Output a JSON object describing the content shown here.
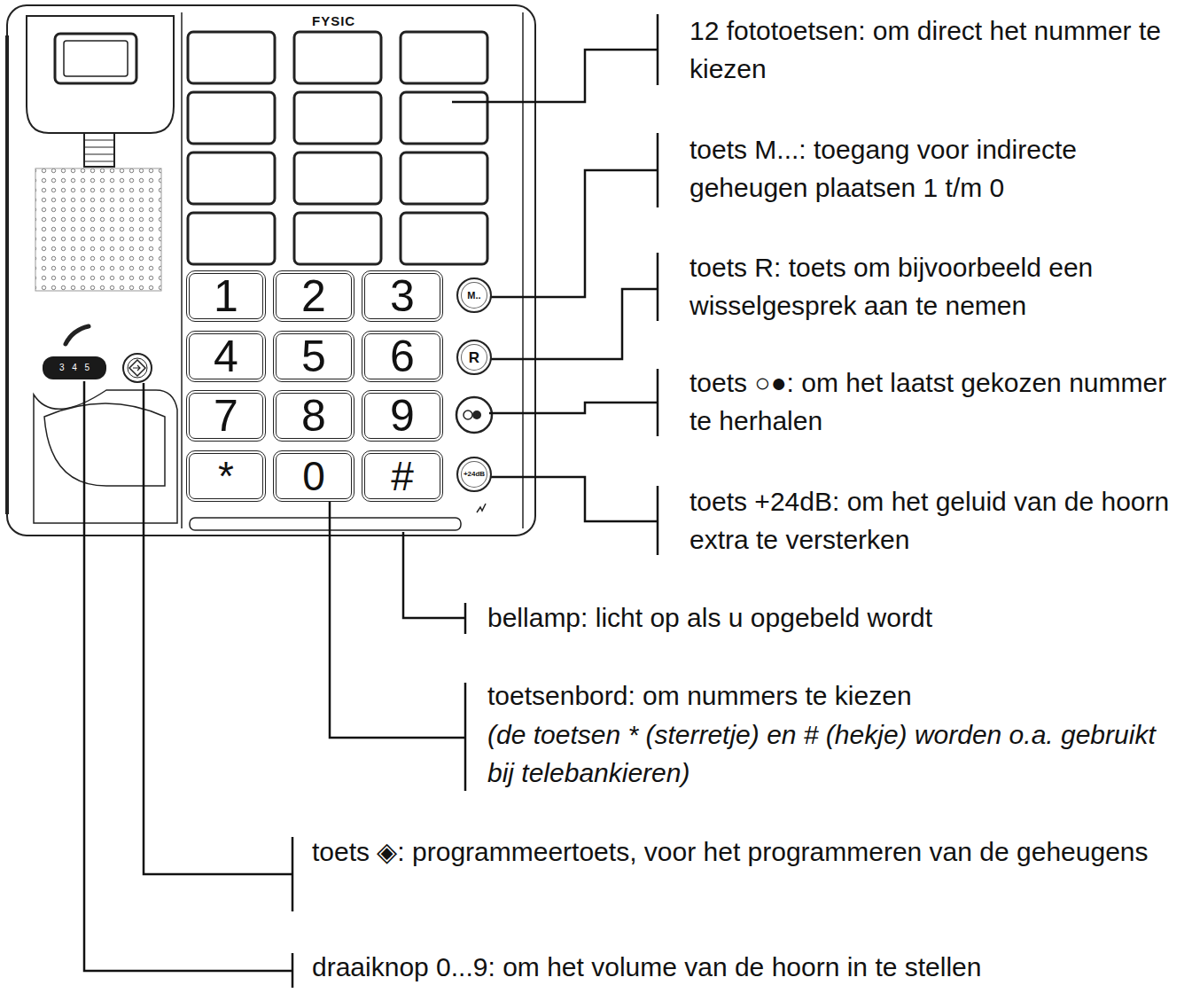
{
  "diagram": {
    "nodes": [
      {
        "text": [
          "1"
        ]
      },
      {
        "text": [
          "2"
        ]
      },
      {
        "text": [
          "3"
        ]
      },
      {
        "text": [
          "M.."
        ]
      },
      {
        "text": [
          "4"
        ]
      },
      {
        "text": [
          "5"
        ]
      },
      {
        "text": [
          "6"
        ]
      },
      {
        "text": [
          "R"
        ]
      },
      {
        "text": [
          "7"
        ]
      },
      {
        "text": [
          "8"
        ]
      },
      {
        "text": [
          "9"
        ]
      },
      {
        "text": [
          "*"
        ]
      },
      {
        "text": [
          "0"
        ]
      },
      {
        "text": [
          "#"
        ]
      },
      {
        "text": [
          "+24dB"
        ]
      },
      {
        "text": [
          "3 4 5"
        ]
      }
    ],
    "labels": [
      "FYSIC",
      "12 fototoetsen: om direct het nummer te kiezen",
      "toets M...: toegang voor indirecte geheugen plaatsen 1 t/m 0",
      "toets R: toets om bijvoorbeeld een wisselgesprek aan te nemen",
      "toets ○●: om het laatst gekozen nummer te herhalen",
      "toets +24dB: om het geluid van de hoorn extra te versterken",
      "bellamp: licht op als u opgebeld wordt",
      "toetsenbord: om nummers te kiezen",
      "(de toetsen * (sterretje) en # (hekje) worden o.a. gebruikt bij telebankieren)",
      "toets ◈: programmeertoets, voor het programmeren van de geheugens",
      "draaiknop 0...9: om het volume van de hoorn in te stellen"
    ]
  }
}
